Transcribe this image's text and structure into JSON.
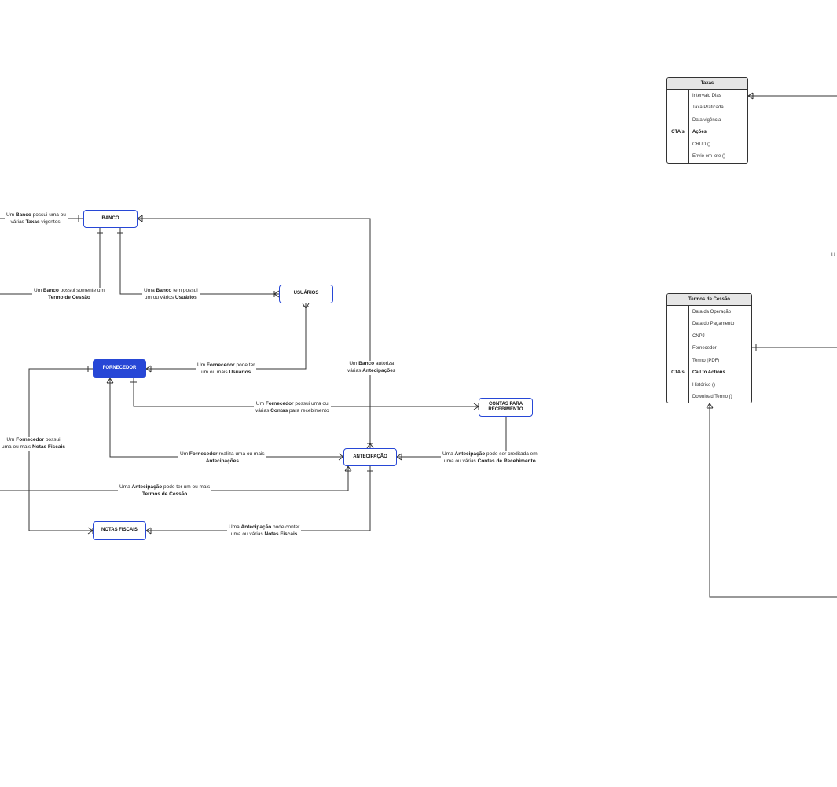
{
  "entities": {
    "banco": "BANCO",
    "usuarios": "USUÁRIOS",
    "fornecedor": "FORNECEDOR",
    "contas": "CONTAS PARA RECEBIMENTO",
    "antecipacao": "ANTECIPAÇÃO",
    "notas": "NOTAS FISCAIS"
  },
  "labels": {
    "banco_taxas": {
      "a": "Um ",
      "b": "Banco",
      "c": " possui uma ou",
      "d": "várias ",
      "e": "Taxas",
      "f": " vigentes."
    },
    "banco_termo": {
      "a": "Um ",
      "b": "Banco",
      "c": " possui somente um",
      "d": "",
      "e": "Termo de Cessão",
      "f": ""
    },
    "banco_usuarios": {
      "a": "Uma ",
      "b": "Banco",
      "c": " tem possui",
      "d": "um ou vários ",
      "e": "Usuários",
      "f": ""
    },
    "banco_antecip": {
      "a": "Um ",
      "b": "Banco",
      "c": " autoriza",
      "d": "várias ",
      "e": "Antecipações",
      "f": ""
    },
    "forn_usuarios": {
      "a": "Um ",
      "b": "Fornecedor",
      "c": " pode ter",
      "d": "um ou mais ",
      "e": "Usuários",
      "f": ""
    },
    "forn_contas": {
      "a": "Um ",
      "b": "Fornecedor",
      "c": " possui uma ou",
      "d": "várias ",
      "e": "Contas",
      "f": " para recebimento"
    },
    "forn_notas": {
      "a": "Um ",
      "b": "Fornecedor",
      "c": " possui",
      "d": "uma ou mais ",
      "e": "Notas Fiscais",
      "f": ""
    },
    "forn_antecip": {
      "a": "Um ",
      "b": "Fornecedor",
      "c": " realiza uma ou mais",
      "d": "",
      "e": "Antecipações",
      "f": ""
    },
    "antecip_contas": {
      "a": "Uma ",
      "b": "Antecipação",
      "c": " pode ser creditada em",
      "d": "uma ou várias ",
      "e": "Contas de Recebimento",
      "f": ""
    },
    "antecip_termos": {
      "a": "Uma ",
      "b": "Antecipação",
      "c": " pode ter um ou mais",
      "d": "",
      "e": "Termos de Cessão",
      "f": ""
    },
    "antecip_notas": {
      "a": "Uma ",
      "b": "Antecipação",
      "c": " pode conter",
      "d": "uma ou várias ",
      "e": "Notas Fiscais",
      "f": ""
    },
    "clipped_right": "U"
  },
  "tables": {
    "taxas": {
      "title": "Taxas",
      "rows": [
        {
          "k": "",
          "v": "Intervalo Dias"
        },
        {
          "k": "",
          "v": "Taxa Praticada"
        },
        {
          "k": "",
          "v": "Data vigência"
        },
        {
          "k": "CTA's",
          "v": "Ações",
          "bold": true
        },
        {
          "k": "",
          "v": "CRUD ()"
        },
        {
          "k": "",
          "v": "Envio em lote ()"
        }
      ]
    },
    "termos": {
      "title": "Termos de Cessão",
      "rows": [
        {
          "k": "",
          "v": "Data da Operação"
        },
        {
          "k": "",
          "v": "Data do Pagamento"
        },
        {
          "k": "",
          "v": "CNPJ"
        },
        {
          "k": "",
          "v": "Fornecedor"
        },
        {
          "k": "",
          "v": "Termo (PDF)"
        },
        {
          "k": "CTA's",
          "v": "Call to Actions",
          "bold": true
        },
        {
          "k": "",
          "v": "Histórico ()"
        },
        {
          "k": "",
          "v": "Download Termo ()"
        }
      ]
    }
  },
  "colors": {
    "accent": "#2747d6",
    "line": "#333333",
    "header": "#e6e6e6"
  }
}
